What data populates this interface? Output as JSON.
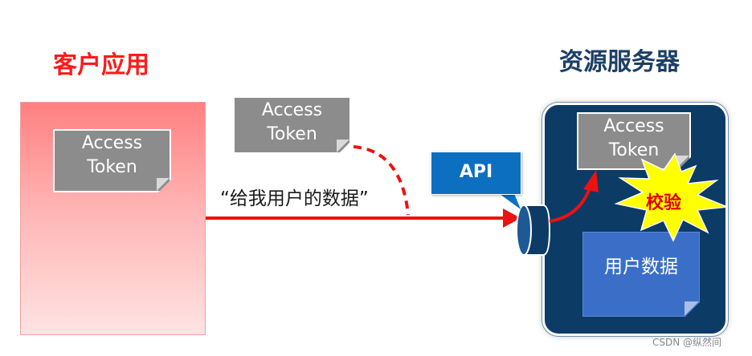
{
  "client": {
    "title": "客户应用",
    "token_line1": "Access",
    "token_line2": "Token"
  },
  "request": {
    "text": "“给我用户的数据”"
  },
  "middle_token": {
    "line1": "Access",
    "line2": "Token"
  },
  "api": {
    "label": "API"
  },
  "server": {
    "title": "资源服务器",
    "token_line1": "Access",
    "token_line2": "Token",
    "verify_label": "校验",
    "user_data_label": "用户数据"
  },
  "watermark": "CSDN @纵然间",
  "colors": {
    "client_red": "#ff1a1a",
    "server_navy": "#0c3b66",
    "api_blue": "#0d6fc0",
    "token_gray": "#8c8c8c",
    "arrow_red": "#ee1111",
    "verify_star": "#ffff00",
    "user_data_blue": "#3b6fc7"
  }
}
